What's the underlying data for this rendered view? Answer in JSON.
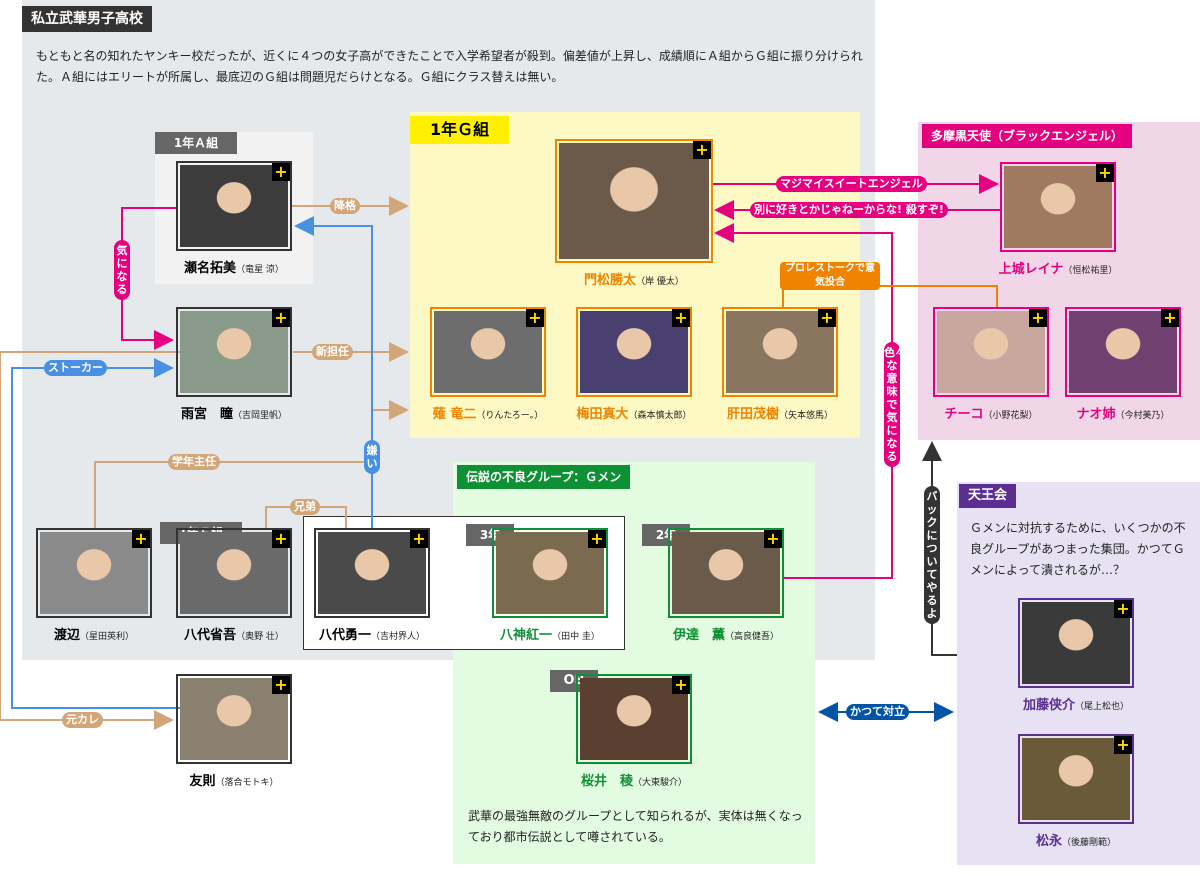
{
  "school": {
    "title": "私立武華男子高校",
    "desc": "もともと名の知れたヤンキー校だったが、近くに４つの女子高ができたことで入学希望者が殺到。偏差値が上昇し、成績順にＡ組からＧ組に振り分けられた。Ａ組にはエリートが所属し、最底辺のＧ組は問題児だらけとなる。Ｇ組にクラス替えは無い。"
  },
  "groups": {
    "g1": "1年Ｇ組",
    "a1": "1年Ａ組",
    "e1": "1年Ｅ組",
    "gmen": "伝説の不良グループ：Ｇメン",
    "black": "多摩黒天使（ブラックエンジェル）",
    "tenno": "天王会",
    "y3": "3年",
    "y2": "2年",
    "ob": "OB"
  },
  "gmen_desc": "武華の最強無敵のグループとして知られるが、実体は無くなっており都市伝説として噂されている。",
  "tenno_desc": "Ｇメンに対抗するために、いくつかの不良グループがあつまった集団。かつてＧメンによって潰されるが…？",
  "plus": "+",
  "people": {
    "kadomatsu": {
      "name": "門松勝太",
      "actor": "（岸 優太）"
    },
    "sena": {
      "name": "瀬名拓美",
      "actor": "（竜星 涼）"
    },
    "amamiya": {
      "name": "雨宮　瞳",
      "actor": "（吉岡里帆）"
    },
    "nagi": {
      "name": "薙 竜二",
      "actor": "（りんたろー。）"
    },
    "umeda": {
      "name": "梅田真大",
      "actor": "（森本慎太郎）"
    },
    "kimoda": {
      "name": "肝田茂樹",
      "actor": "（矢本悠馬）"
    },
    "kamijo": {
      "name": "上城レイナ",
      "actor": "（恒松祐里）"
    },
    "chiko": {
      "name": "チーコ",
      "actor": "（小野花梨）"
    },
    "nao": {
      "name": "ナオ姉",
      "actor": "（今村美乃）"
    },
    "watanabe": {
      "name": "渡辺",
      "actor": "（星田英利）"
    },
    "yashiro_s": {
      "name": "八代省吾",
      "actor": "（奥野 壮）"
    },
    "yashiro_y": {
      "name": "八代勇一",
      "actor": "（吉村界人）"
    },
    "yagami": {
      "name": "八神紅一",
      "actor": "（田中 圭）"
    },
    "date": {
      "name": "伊達　薫",
      "actor": "（高良健吾）"
    },
    "sakurai": {
      "name": "桜井　稜",
      "actor": "（大東駿介）"
    },
    "kato": {
      "name": "加藤侠介",
      "actor": "（尾上松也）"
    },
    "matsunaga": {
      "name": "松永",
      "actor": "（後藤剛範）"
    },
    "tomonori": {
      "name": "友則",
      "actor": "（落合モトキ）"
    }
  },
  "relations": {
    "kakuage": "降格",
    "shintan": "新担任",
    "kininaru": "気になる",
    "stalker": "ストーカー",
    "gakunen": "学年主任",
    "kyodai": "兄弟",
    "kirai": "嫌い",
    "motokare": "元カレ",
    "sweet": "マジマイスイートエンジェル",
    "suki": "別に好きとかじゃねーからな! 殺すぞ!",
    "prowrestle": "プロレストークで意気投合",
    "iroiro": "色々な意味で気になる",
    "back": "バックについてやるよ",
    "katsute": "かつて対立"
  },
  "colors": {
    "orange": "#f08300",
    "green": "#109034",
    "magenta": "#e4007f",
    "purple": "#5b2e91",
    "blue": "#4a90e2",
    "tan": "#d2a679",
    "darkblue": "#0054a6"
  }
}
